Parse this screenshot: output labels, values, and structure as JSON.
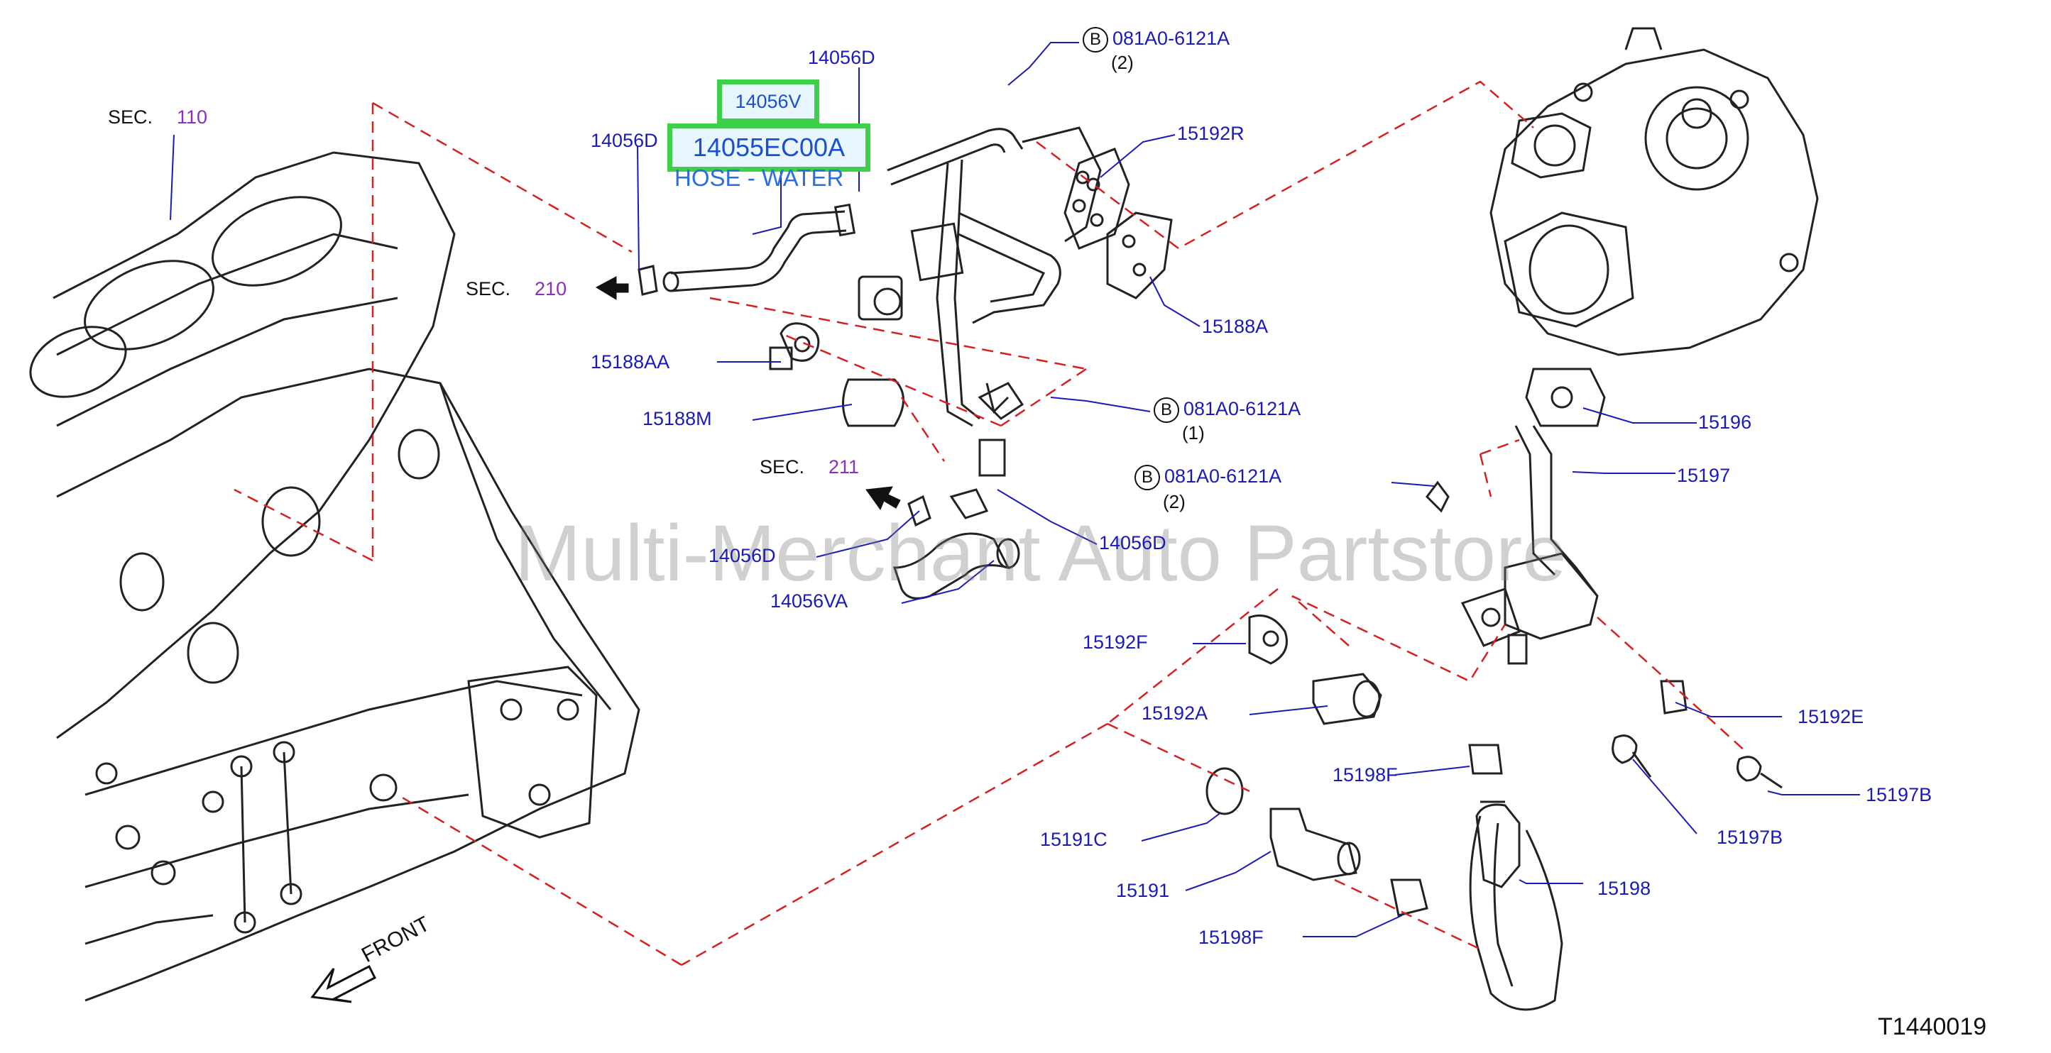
{
  "watermark": "Multi-Merchant Auto Partstore",
  "diagram_code": "T1440019",
  "front_label": "FRONT",
  "section_refs": [
    {
      "prefix": "SEC.",
      "number": "110"
    },
    {
      "prefix": "SEC.",
      "number": "210"
    },
    {
      "prefix": "SEC.",
      "number": "211"
    }
  ],
  "highlight": {
    "part_small": "14056V",
    "part_main": "14055EC00A",
    "description": "HOSE - WATER"
  },
  "bolt_refs": [
    {
      "marker": "B",
      "number": "081A0-6121A",
      "qty": "(2)"
    },
    {
      "marker": "B",
      "number": "081A0-6121A",
      "qty": "(1)"
    },
    {
      "marker": "B",
      "number": "081A0-6121A",
      "qty": "(2)"
    }
  ],
  "parts": [
    "14056D",
    "14056D",
    "15192R",
    "15188A",
    "15188AA",
    "15188M",
    "15196",
    "15197",
    "14056D",
    "14056D",
    "14056VA",
    "15192F",
    "15192A",
    "15192E",
    "15198F",
    "15197B",
    "15197B",
    "15191C",
    "15191",
    "15198",
    "15198F"
  ],
  "colors": {
    "part_number": "#1a1ab8",
    "section_number": "#8a2fc0",
    "highlight_border": "#3fd04a",
    "leader_dash": "#d62020",
    "line_art": "#222222"
  }
}
